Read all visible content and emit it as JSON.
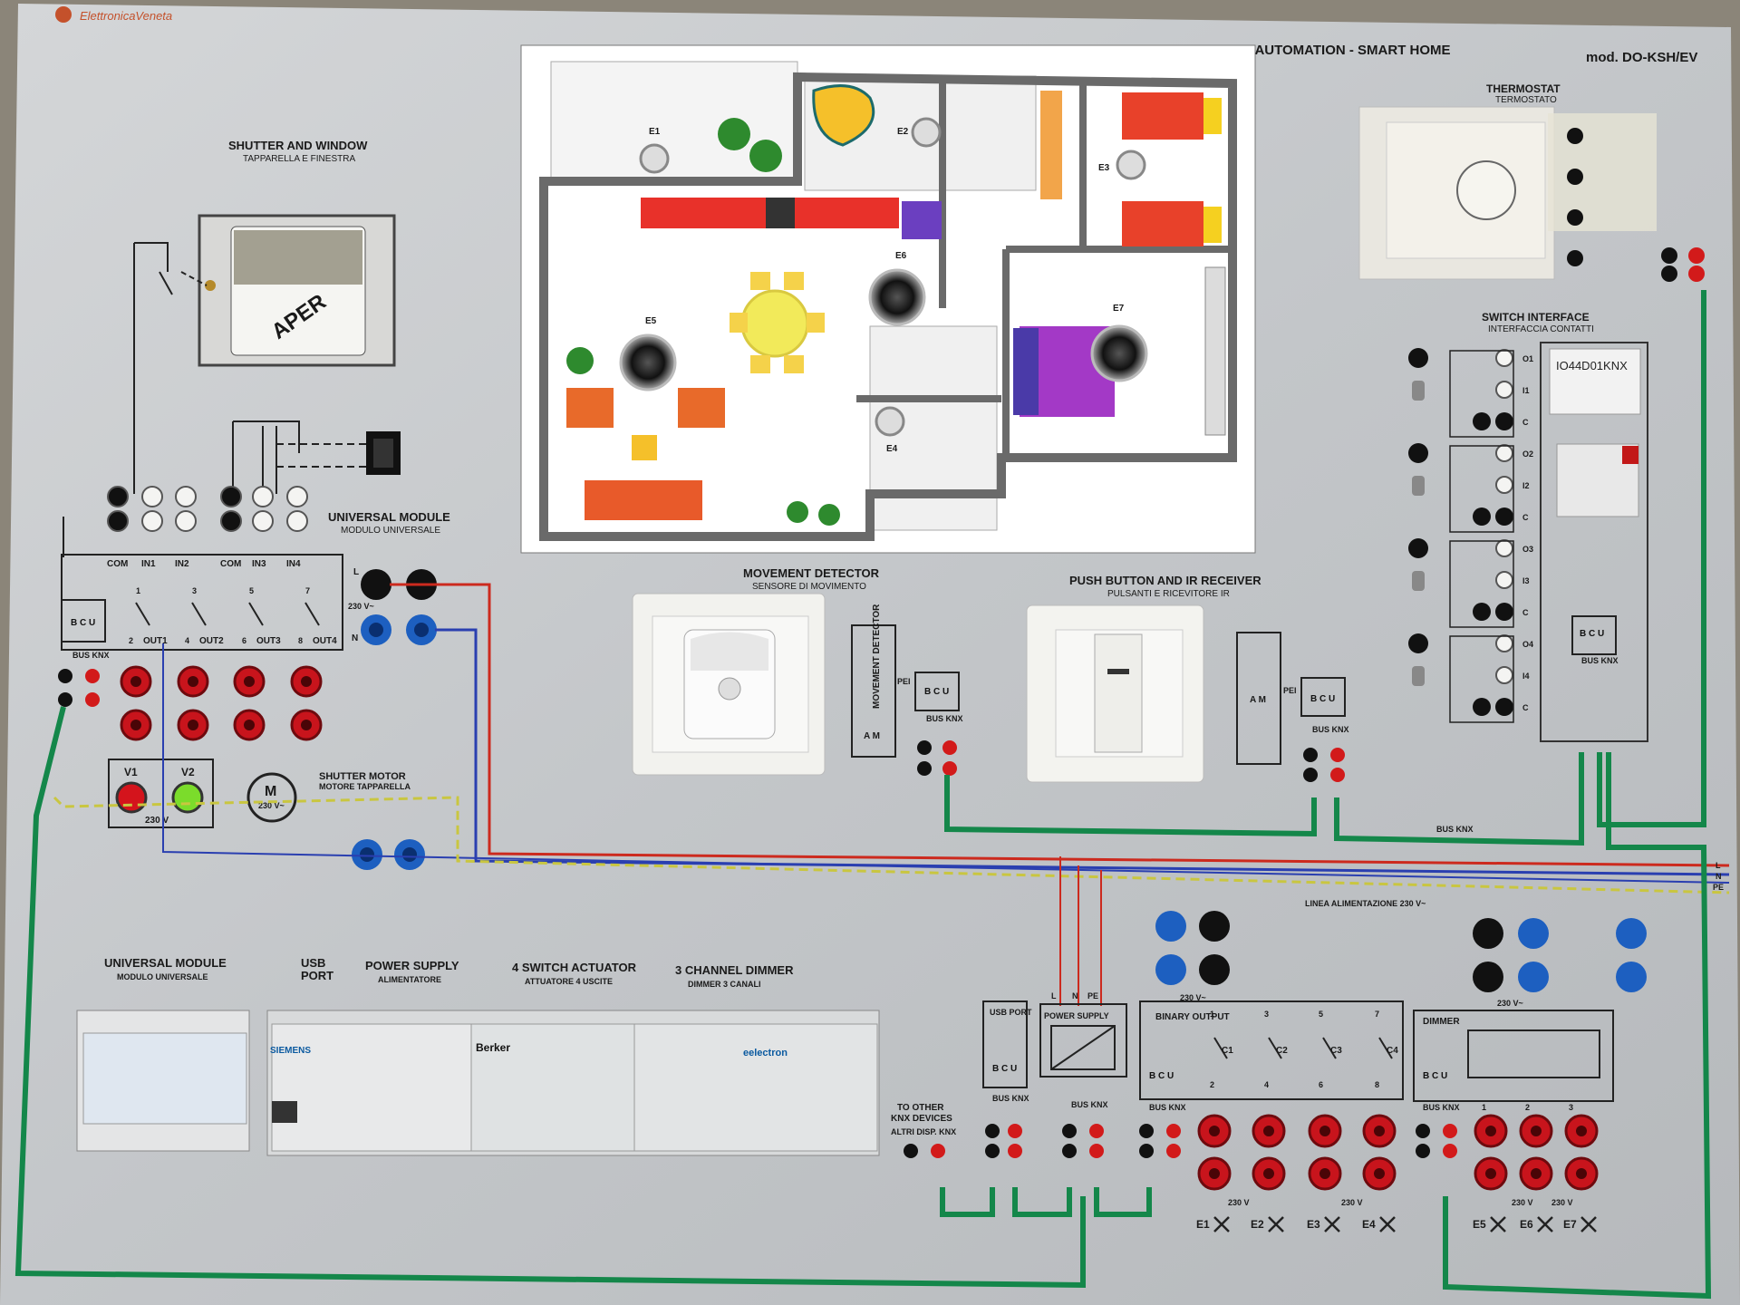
{
  "brand": "ElettronicaVeneta",
  "title": "KNX HOME AUTOMATION - SMART HOME",
  "model": "mod. DO-KSH/EV",
  "panels": {
    "shutter": {
      "title": "SHUTTER AND WINDOW",
      "subtitle": "TAPPARELLA E FINESTRA",
      "window_text": "APER"
    },
    "universal_module_top": {
      "title": "UNIVERSAL MODULE",
      "subtitle": "MODULO UNIVERSALE"
    },
    "thermostat": {
      "title": "THERMOSTAT",
      "subtitle": "TERMOSTATO"
    },
    "switch_interface": {
      "title": "SWITCH INTERFACE",
      "subtitle": "INTERFACCIA CONTATTI",
      "device": "IO44D01KNX"
    },
    "movement": {
      "title": "MOVEMENT DETECTOR",
      "subtitle": "SENSORE DI MOVIMENTO",
      "box_label": "MOVEMENT DETECTOR",
      "am": "A M"
    },
    "push_button": {
      "title": "PUSH BUTTON AND IR RECEIVER",
      "subtitle": "PULSANTI E RICEVITORE IR",
      "am": "A M"
    },
    "shutter_motor": {
      "title": "SHUTTER MOTOR",
      "subtitle": "MOTORE TAPPARELLA",
      "motor": "M",
      "motor_voltage": "230 V~"
    }
  },
  "rooms": {
    "e1": "E1",
    "e2": "E2",
    "e3": "E3",
    "e4": "E4",
    "e5": "E5",
    "e6": "E6",
    "e7": "E7"
  },
  "universal_terminals": [
    "COM",
    "IN1",
    "IN2",
    "COM",
    "IN3",
    "IN4"
  ],
  "outputs": [
    "OUT1",
    "OUT2",
    "OUT3",
    "OUT4"
  ],
  "output_numbers": [
    "1",
    "2",
    "3",
    "4",
    "5",
    "6",
    "7",
    "8"
  ],
  "bcu": "B C U",
  "bus_knx": "BUS KNX",
  "bus_knx_line": "BUS KNX",
  "pei": "PEI",
  "lamp_labels": {
    "v1": "V1",
    "v2": "V2",
    "v_volt": "230 V"
  },
  "supply": {
    "l": "L",
    "n": "N",
    "pe": "PE",
    "voltage": "230 V~",
    "line_label": "LINEA ALIMENTAZIONE 230 V~"
  },
  "switch_channels": [
    "O1",
    "I1",
    "C",
    "O2",
    "I2",
    "C",
    "O3",
    "I3",
    "C",
    "O4",
    "I4",
    "C"
  ],
  "bottom_modules": [
    {
      "title": "UNIVERSAL MODULE",
      "subtitle": "MODULO UNIVERSALE"
    },
    {
      "title": "USB",
      "subtitle": "PORT"
    },
    {
      "title": "POWER SUPPLY",
      "subtitle": "ALIMENTATORE"
    },
    {
      "title": "4 SWITCH ACTUATOR",
      "subtitle": "ATTUATORE 4 USCITE"
    },
    {
      "title": "3 CHANNEL DIMMER",
      "subtitle": "DIMMER 3 CANALI"
    }
  ],
  "module_brands": {
    "siemens": "SIEMENS",
    "berker": "Berker",
    "eelectron": "eelectron"
  },
  "knx_devices": {
    "line1": "TO OTHER",
    "line2": "KNX DEVICES",
    "line3": "ALTRI DISP. KNX"
  },
  "boxes": {
    "usb": "USB PORT",
    "power": "POWER SUPPLY",
    "binary": "BINARY OUTPUT",
    "dimmer": "DIMMER"
  },
  "binary_contacts": [
    "C1",
    "C2",
    "C3",
    "C4"
  ],
  "load_labels": [
    "E1",
    "E2",
    "E3",
    "E4",
    "E5",
    "E6",
    "E7"
  ],
  "load_voltage": "230 V",
  "colors": {
    "bus": "#14874a",
    "phase": "#cc2a1e",
    "neutral": "#2a3fb0",
    "pe": "#c9c640",
    "panel": "#c9cccf"
  }
}
